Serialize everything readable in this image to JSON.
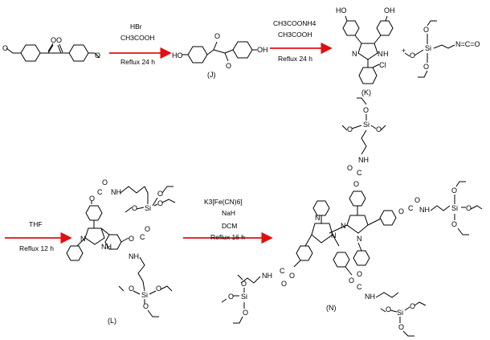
{
  "colors": {
    "arrow": "#e01010",
    "ink": "#000000",
    "background": "#ffffff"
  },
  "step1": {
    "reagent": "HBr",
    "solvent": "CH3COOH",
    "solvent_sub": "3",
    "conditions": "Reflux 24 h"
  },
  "step2": {
    "reagent": "CH3COONH4",
    "solvent": "CH3COOH",
    "conditions": "Reflux 24 h"
  },
  "step3": {
    "solvent": "THF",
    "conditions": "Reflux 12 h"
  },
  "step4": {
    "reagent": "K3[Fe(CN)6]",
    "base": "NaH",
    "solvent": "DCM",
    "conditions": "Reflux 16 h"
  },
  "plus_sign": "+",
  "compounds": {
    "J": {
      "label": "(J)"
    },
    "K": {
      "label": "(K)"
    },
    "L": {
      "label": "(L)"
    },
    "N": {
      "label": "(N)"
    }
  },
  "atoms": {
    "O": "O",
    "OH": "OH",
    "HO": "HO",
    "Cl": "Cl",
    "N": "N",
    "H": "H",
    "NH": "NH",
    "Si": "Si",
    "C": "C",
    "NCO": "N=C=O"
  }
}
